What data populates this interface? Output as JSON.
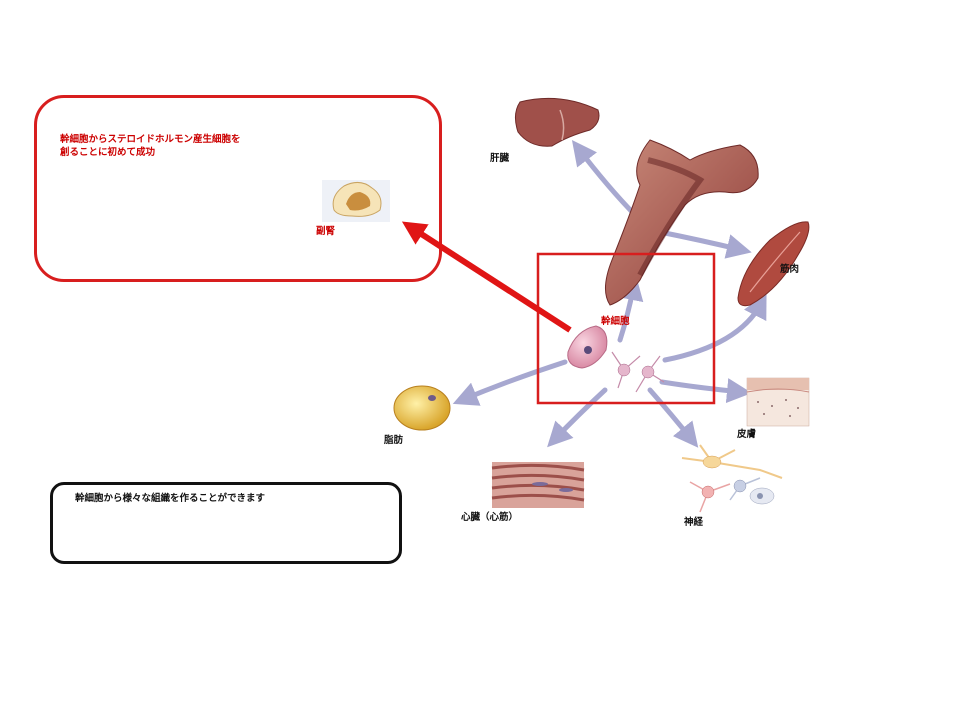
{
  "callout": {
    "headline_line1": "幹細胞からステロイドホルモン産生細胞を",
    "headline_line2": "創ることに初めて成功",
    "adrenal_label": "副腎"
  },
  "caption": {
    "text": "幹細胞から様々な組織を作ることができます"
  },
  "labels": {
    "stem_cell": "幹細胞",
    "liver": "肝臓",
    "muscle": "筋肉",
    "skin": "皮膚",
    "fat": "脂肪",
    "heart": "心臓（心筋）",
    "nerve": "神経"
  },
  "colors": {
    "highlight_red": "#d81e1e",
    "arrow_lavender": "#a7a8d0",
    "bone": "#a85a52"
  }
}
